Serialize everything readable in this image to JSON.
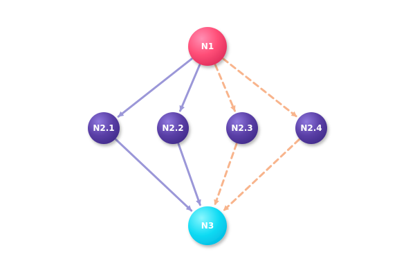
{
  "colors": {
    "solid_edge": "#9B97D8",
    "dashed_edge": "#F8B48C",
    "top_node": "#FF4F78",
    "middle_node": "#5A3FA6",
    "bottom_node": "#12DCF4",
    "label": "#FFFFFF"
  },
  "nodes": [
    {
      "id": "n1",
      "label": "N1",
      "tier": "top"
    },
    {
      "id": "n21",
      "label": "N2.1",
      "tier": "middle"
    },
    {
      "id": "n22",
      "label": "N2.2",
      "tier": "middle"
    },
    {
      "id": "n23",
      "label": "N2.3",
      "tier": "middle"
    },
    {
      "id": "n24",
      "label": "N2.4",
      "tier": "middle"
    },
    {
      "id": "n3",
      "label": "N3",
      "tier": "bottom"
    }
  ],
  "edges": [
    {
      "from": "N1",
      "to": "N2.1",
      "style": "solid"
    },
    {
      "from": "N1",
      "to": "N2.2",
      "style": "solid"
    },
    {
      "from": "N1",
      "to": "N2.3",
      "style": "dashed"
    },
    {
      "from": "N1",
      "to": "N2.4",
      "style": "dashed"
    },
    {
      "from": "N2.1",
      "to": "N3",
      "style": "solid"
    },
    {
      "from": "N2.2",
      "to": "N3",
      "style": "solid"
    },
    {
      "from": "N2.3",
      "to": "N3",
      "style": "dashed"
    },
    {
      "from": "N2.4",
      "to": "N3",
      "style": "dashed"
    }
  ]
}
